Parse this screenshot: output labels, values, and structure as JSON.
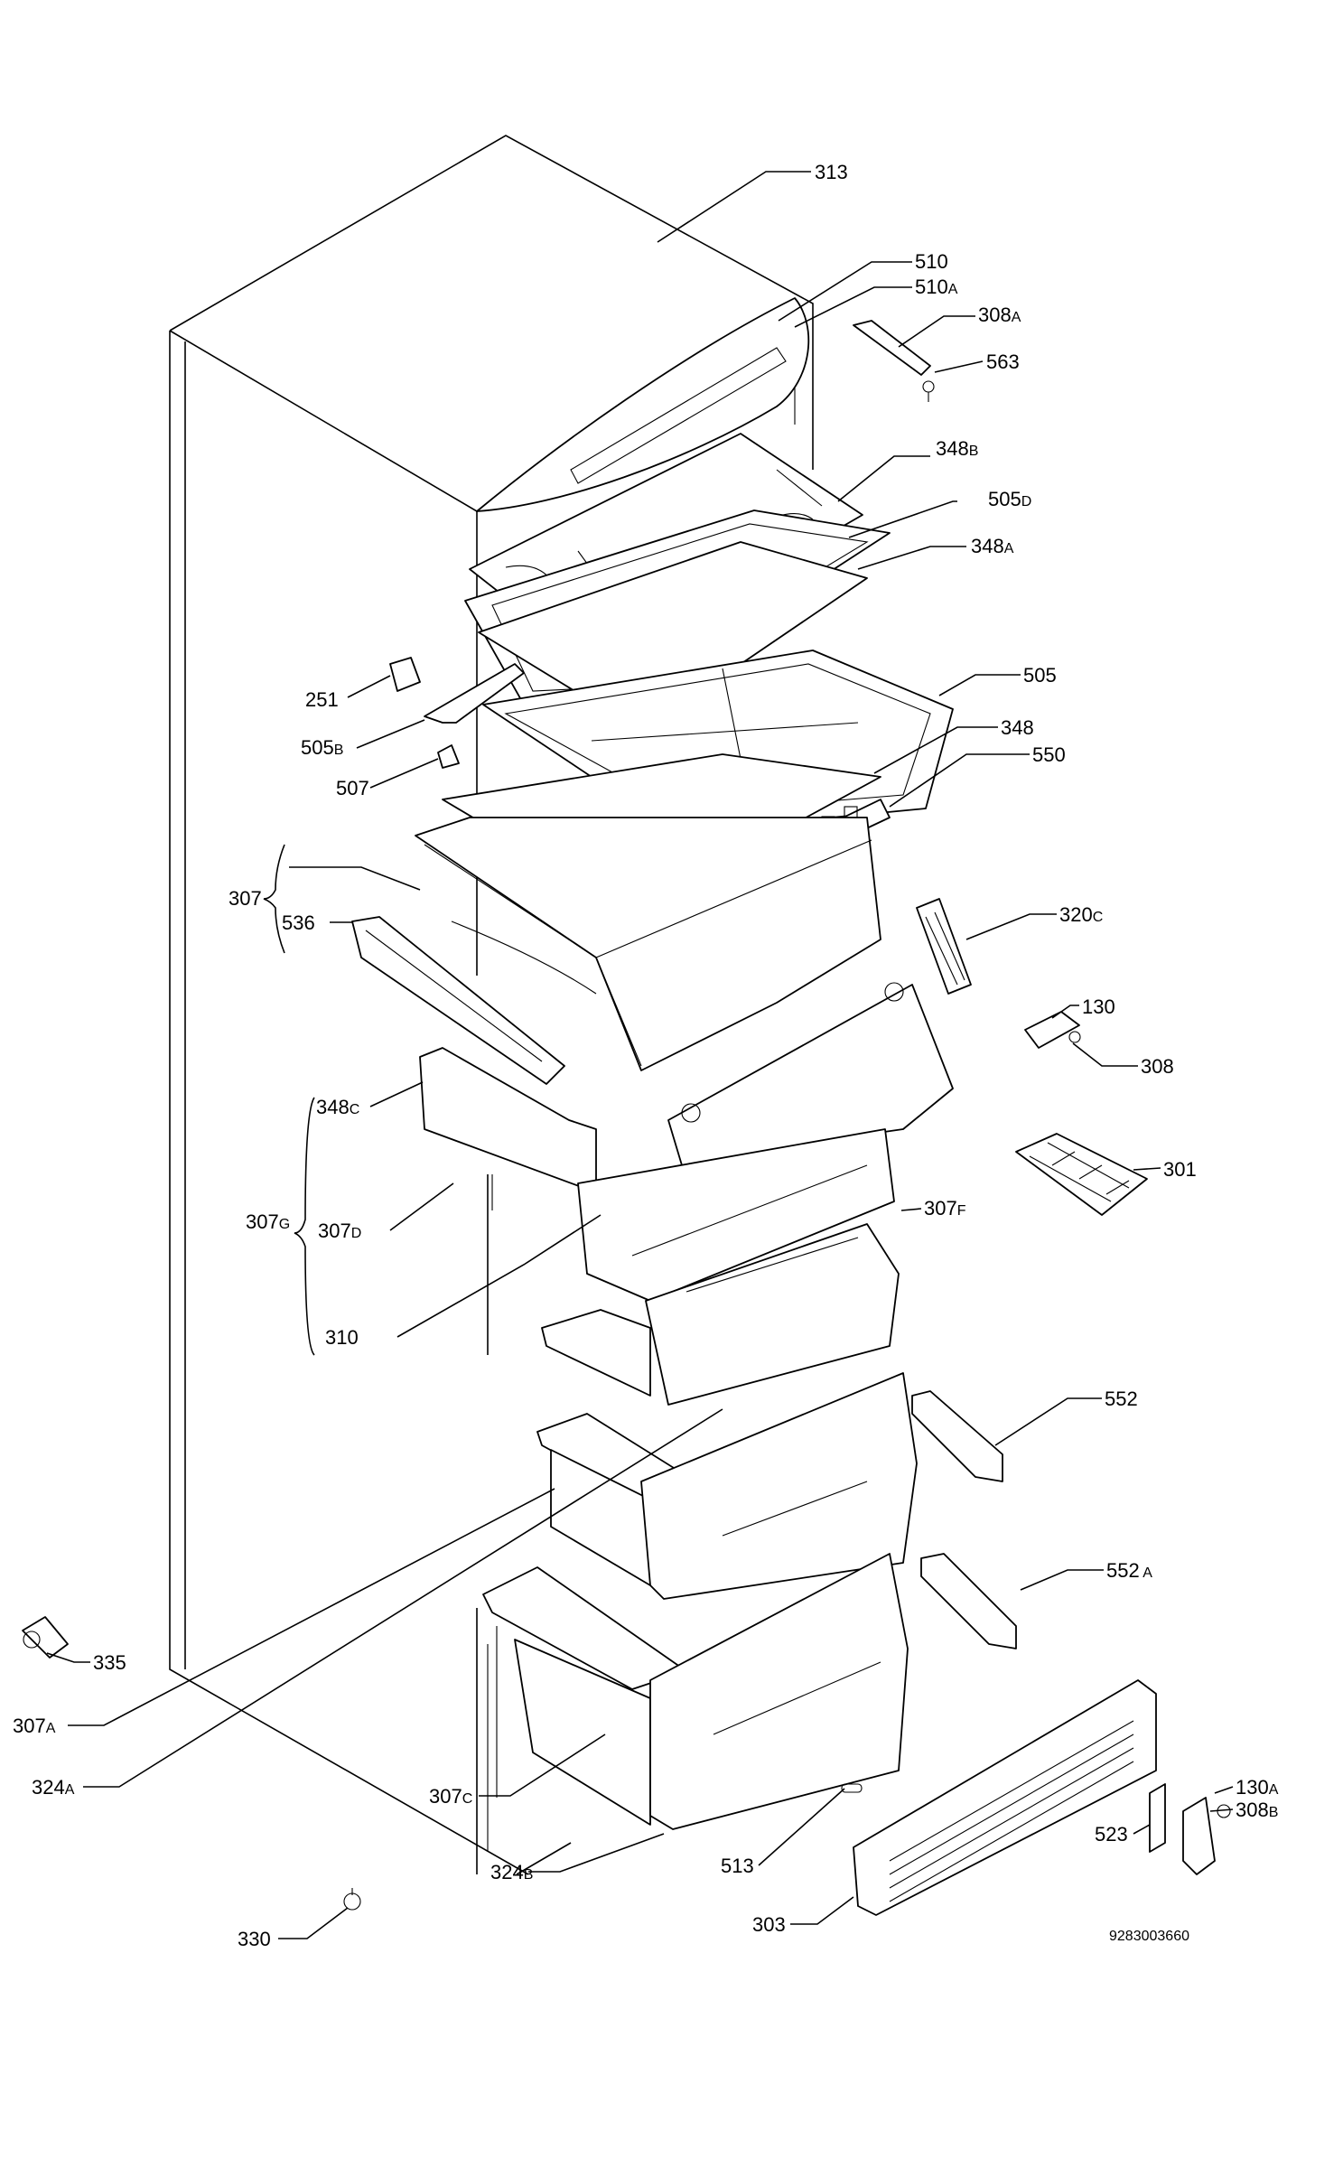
{
  "diagram": {
    "drawing_number": "9283003660",
    "labels": [
      {
        "id": "313",
        "main": "313",
        "suffix": ""
      },
      {
        "id": "510",
        "main": "510",
        "suffix": ""
      },
      {
        "id": "510A",
        "main": "510",
        "suffix": "A"
      },
      {
        "id": "308A",
        "main": "308",
        "suffix": "A"
      },
      {
        "id": "563",
        "main": "563",
        "suffix": ""
      },
      {
        "id": "348B",
        "main": "348",
        "suffix": "B"
      },
      {
        "id": "505D",
        "main": "505",
        "suffix": "D"
      },
      {
        "id": "348A",
        "main": "348",
        "suffix": "A"
      },
      {
        "id": "251",
        "main": "251",
        "suffix": ""
      },
      {
        "id": "505",
        "main": "505",
        "suffix": ""
      },
      {
        "id": "505B",
        "main": "505",
        "suffix": "B"
      },
      {
        "id": "348",
        "main": "348",
        "suffix": ""
      },
      {
        "id": "507",
        "main": "507",
        "suffix": ""
      },
      {
        "id": "550",
        "main": "550",
        "suffix": ""
      },
      {
        "id": "307",
        "main": "307",
        "suffix": ""
      },
      {
        "id": "536",
        "main": "536",
        "suffix": ""
      },
      {
        "id": "320C",
        "main": "320",
        "suffix": "C"
      },
      {
        "id": "130",
        "main": "130",
        "suffix": ""
      },
      {
        "id": "308",
        "main": "308",
        "suffix": ""
      },
      {
        "id": "348C",
        "main": "348",
        "suffix": "C"
      },
      {
        "id": "301",
        "main": "301",
        "suffix": ""
      },
      {
        "id": "307G",
        "main": "307",
        "suffix": "G"
      },
      {
        "id": "307D",
        "main": "307",
        "suffix": "D"
      },
      {
        "id": "307F",
        "main": "307",
        "suffix": "F"
      },
      {
        "id": "310",
        "main": "310",
        "suffix": ""
      },
      {
        "id": "552",
        "main": "552",
        "suffix": ""
      },
      {
        "id": "552A",
        "main": "552",
        "suffix": " A"
      },
      {
        "id": "335",
        "main": "335",
        "suffix": ""
      },
      {
        "id": "307A",
        "main": "307",
        "suffix": "A"
      },
      {
        "id": "324A",
        "main": "324",
        "suffix": "A"
      },
      {
        "id": "307C",
        "main": "307",
        "suffix": "C"
      },
      {
        "id": "130A",
        "main": "130",
        "suffix": "A"
      },
      {
        "id": "308B",
        "main": "308",
        "suffix": "B"
      },
      {
        "id": "523",
        "main": "523",
        "suffix": ""
      },
      {
        "id": "324B",
        "main": "324",
        "suffix": "B"
      },
      {
        "id": "513",
        "main": "513",
        "suffix": ""
      },
      {
        "id": "303",
        "main": "303",
        "suffix": ""
      },
      {
        "id": "330",
        "main": "330",
        "suffix": ""
      }
    ]
  }
}
